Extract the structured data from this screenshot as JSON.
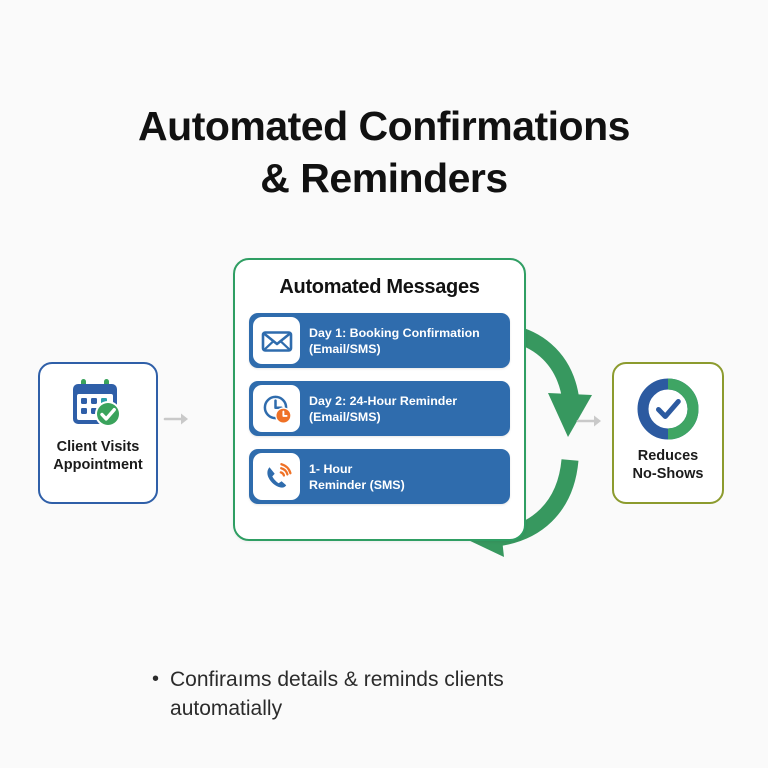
{
  "page": {
    "background_color": "#fafafa",
    "title_line1": "Automated Confirmations",
    "title_line2": "& Reminders"
  },
  "left_node": {
    "label_line1": "Client Visits",
    "label_line2": "Appointment",
    "icon": "calendar-check-icon",
    "border_color": "#2f5fa8",
    "calendar_color": "#2f5fa8",
    "check_color": "#3aa35c"
  },
  "connectors": {
    "left_arrow": "arrow-right-icon",
    "right_arrow": "arrow-right-icon",
    "arrow_color": "#c9c9c9",
    "green_arrow_color": "#37985f",
    "green_arrow_top": "curved-arrow-down-right-icon",
    "green_arrow_bottom": "curved-arrow-down-left-icon"
  },
  "card": {
    "title": "Automated Messages",
    "border_color": "#2f9e63",
    "row_color": "#2f6cad",
    "rows": [
      {
        "icon": "envelope-icon",
        "icon_color": "#2f6cad",
        "line1": "Day 1: Booking Confirmation",
        "line2": "(Email/SMS)"
      },
      {
        "icon": "clock-reminder-icon",
        "icon_color": "#2f6cad",
        "accent_color": "#ef7126",
        "line1": "Day 2: 24-Hour Reminder",
        "line2": "(Email/SMS)"
      },
      {
        "icon": "phone-ring-icon",
        "icon_color": "#2f6cad",
        "accent_color": "#ef7126",
        "line1": "1- Hour",
        "line2": "Reminder (SMS)"
      }
    ]
  },
  "right_node": {
    "label_line1": "Reduces",
    "label_line2": "No-Shows",
    "icon": "check-ring-icon",
    "border_color": "#8c9b2e",
    "ring_blue": "#2c5aa0",
    "ring_green": "#3fa564",
    "check_color": "#2c5aa0"
  },
  "footer": {
    "bullet_marker": "•",
    "bullet_line1": "Confiraıms details & reminds clients",
    "bullet_line2": "automatially"
  }
}
